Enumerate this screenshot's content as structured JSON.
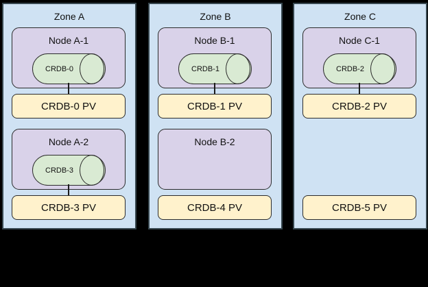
{
  "diagram": {
    "description": "Three-zone CockroachDB node and persistent-volume topology diagram",
    "colors": {
      "zone_bg": "#cfe2f3",
      "node_bg": "#d9d2e9",
      "pod_bg": "#d9ead3",
      "pv_bg": "#fff2cc",
      "shape_border": "#2b2b2b",
      "panel_border": "#37474f",
      "bg": "#000000",
      "text": "#111111"
    },
    "zones": [
      {
        "label": "Zone A",
        "nodes": [
          {
            "label": "Node A-1",
            "pod": "CRDB-0",
            "pv": "CRDB-0 PV",
            "connected": true
          },
          {
            "label": "Node A-2",
            "pod": "CRDB-3",
            "pv": "CRDB-3 PV",
            "connected": true
          }
        ]
      },
      {
        "label": "Zone B",
        "nodes": [
          {
            "label": "Node B-1",
            "pod": "CRDB-1",
            "pv": "CRDB-1 PV",
            "connected": true
          },
          {
            "label": "Node B-2",
            "pod": null,
            "pv": "CRDB-4 PV",
            "connected": false
          }
        ]
      },
      {
        "label": "Zone C",
        "nodes": [
          {
            "label": "Node C-1",
            "pod": "CRDB-2",
            "pv": "CRDB-2 PV",
            "connected": true
          },
          {
            "label": null,
            "pod": null,
            "pv": "CRDB-5 PV",
            "connected": false
          }
        ]
      }
    ]
  }
}
